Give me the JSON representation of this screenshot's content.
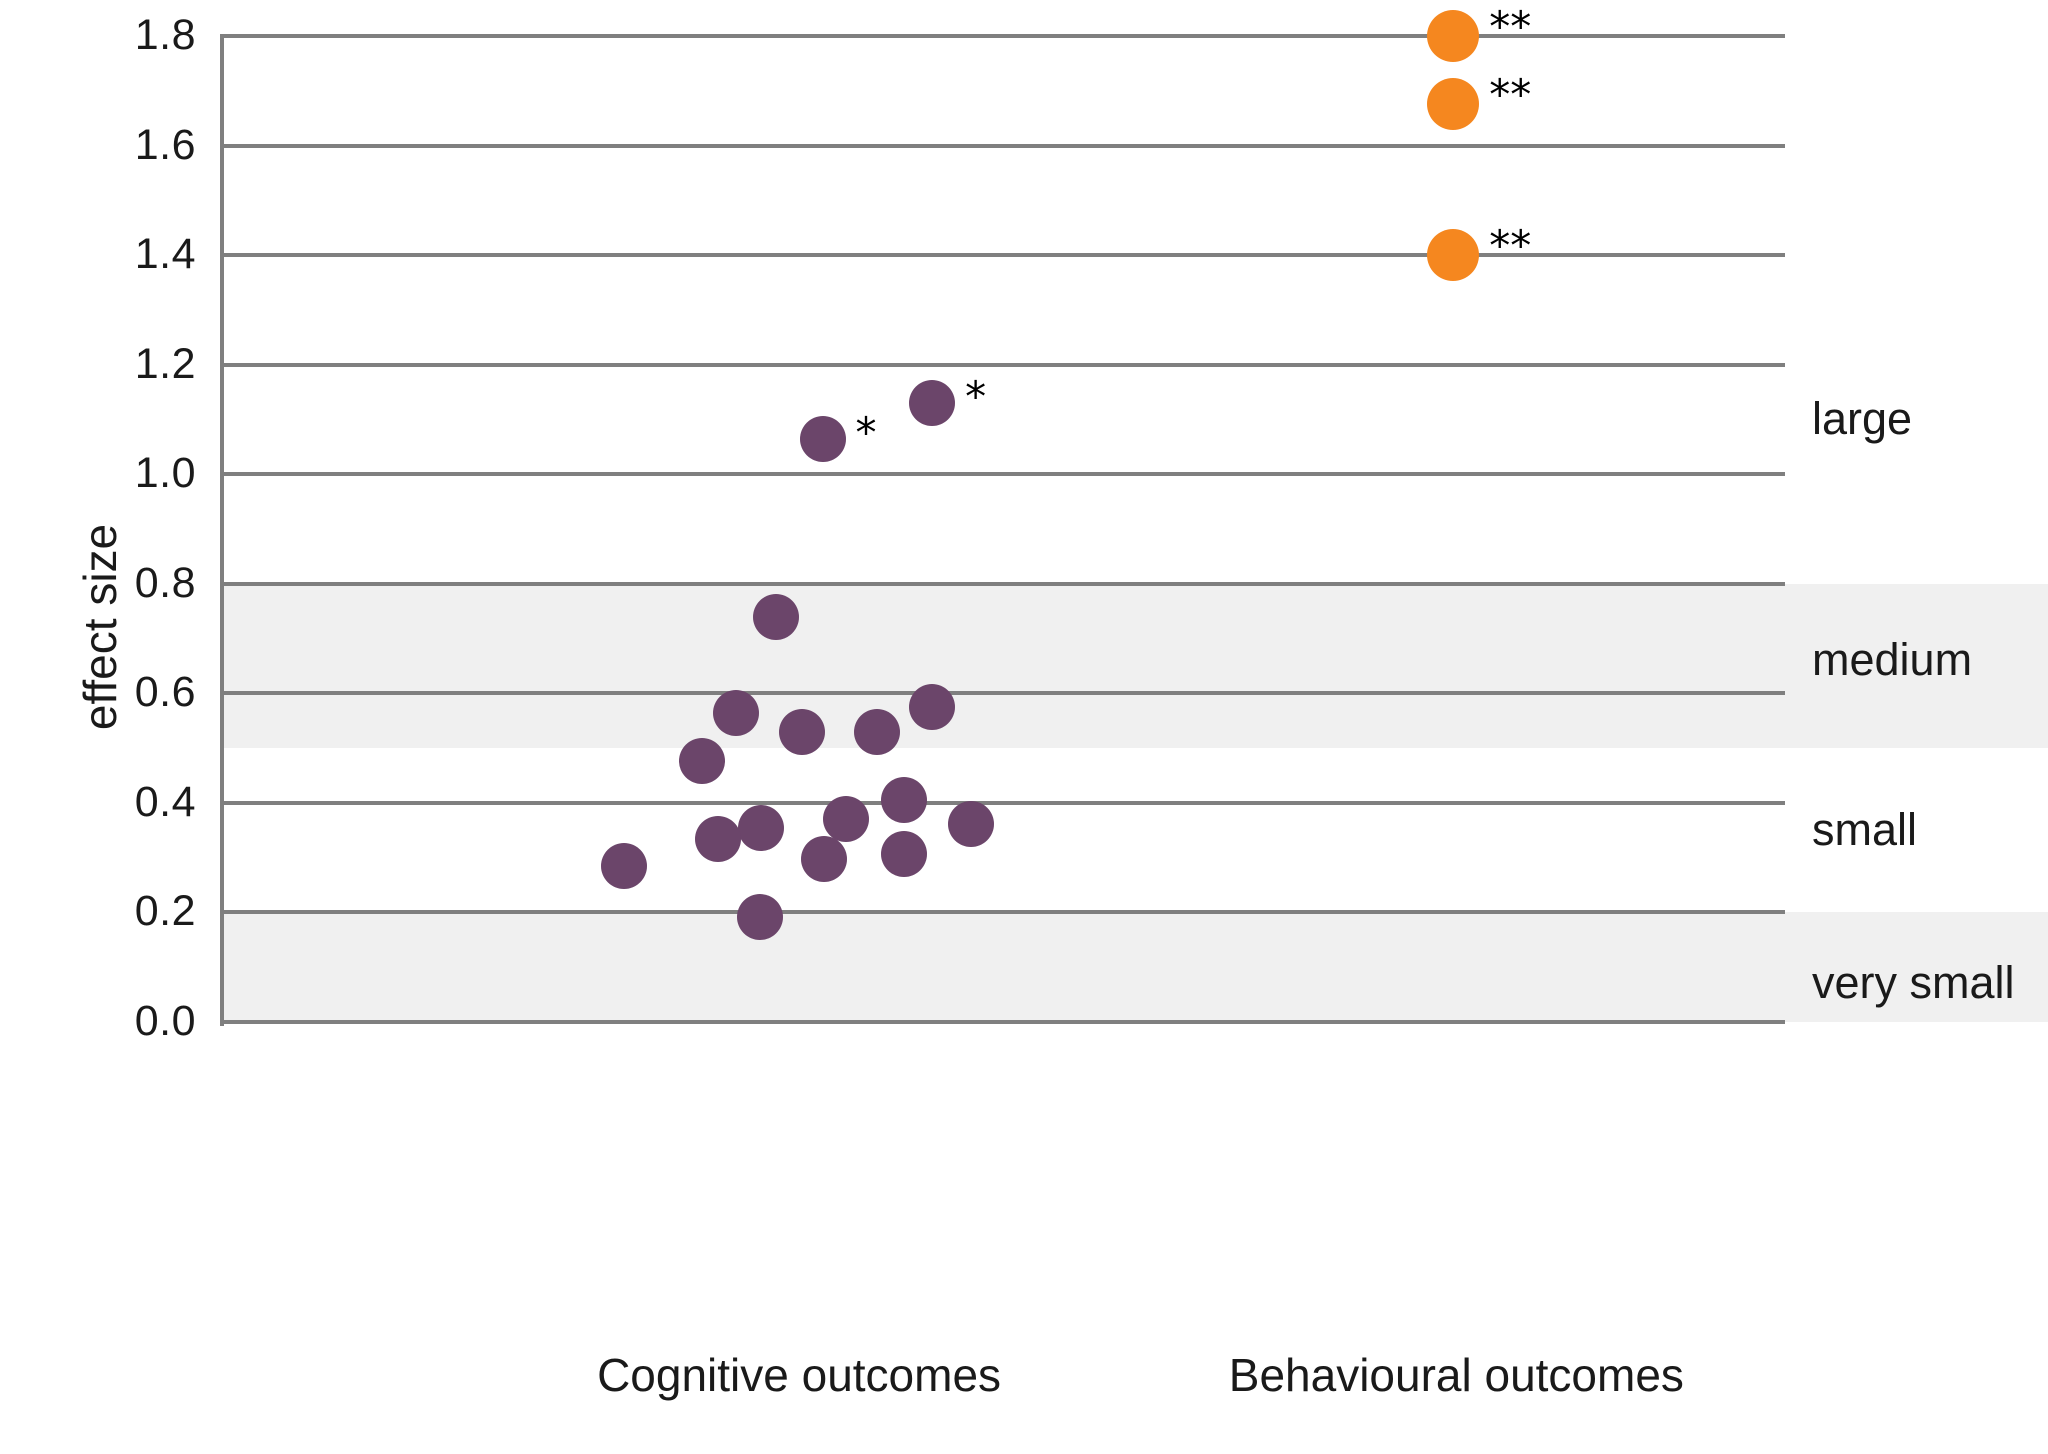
{
  "chart_data": {
    "type": "scatter",
    "title": "",
    "xlabel": "",
    "ylabel": "effect size",
    "ylim": [
      0.0,
      1.8
    ],
    "yticks": [
      "0.0",
      "0.2",
      "0.4",
      "0.6",
      "0.8",
      "1.0",
      "1.2",
      "1.4",
      "1.6",
      "1.8"
    ],
    "ytick_values": [
      0.0,
      0.2,
      0.4,
      0.6,
      0.8,
      1.0,
      1.2,
      1.4,
      1.6,
      1.8
    ],
    "grid": true,
    "legend_position": "none",
    "categories": [
      "Cognitive outcomes",
      "Behavioural outcomes"
    ],
    "series": [
      {
        "name": "Cognitive outcomes",
        "color": "#6B456A",
        "points": [
          {
            "x_frac": 0.455,
            "value": 1.13,
            "significance": "*"
          },
          {
            "x_frac": 0.385,
            "value": 1.065,
            "significance": "*"
          },
          {
            "x_frac": 0.355,
            "value": 0.74,
            "significance": ""
          },
          {
            "x_frac": 0.33,
            "value": 0.565,
            "significance": ""
          },
          {
            "x_frac": 0.372,
            "value": 0.53,
            "significance": ""
          },
          {
            "x_frac": 0.42,
            "value": 0.53,
            "significance": ""
          },
          {
            "x_frac": 0.455,
            "value": 0.575,
            "significance": ""
          },
          {
            "x_frac": 0.308,
            "value": 0.477,
            "significance": ""
          },
          {
            "x_frac": 0.437,
            "value": 0.406,
            "significance": ""
          },
          {
            "x_frac": 0.4,
            "value": 0.371,
            "significance": ""
          },
          {
            "x_frac": 0.346,
            "value": 0.354,
            "significance": ""
          },
          {
            "x_frac": 0.318,
            "value": 0.334,
            "significance": ""
          },
          {
            "x_frac": 0.48,
            "value": 0.361,
            "significance": ""
          },
          {
            "x_frac": 0.437,
            "value": 0.306,
            "significance": ""
          },
          {
            "x_frac": 0.386,
            "value": 0.297,
            "significance": ""
          },
          {
            "x_frac": 0.258,
            "value": 0.284,
            "significance": ""
          },
          {
            "x_frac": 0.345,
            "value": 0.192,
            "significance": ""
          }
        ]
      },
      {
        "name": "Behavioural outcomes",
        "color": "#F5871F",
        "points": [
          {
            "x_frac": 0.788,
            "value": 1.8,
            "significance": "**"
          },
          {
            "x_frac": 0.788,
            "value": 1.675,
            "significance": "**"
          },
          {
            "x_frac": 0.788,
            "value": 1.4,
            "significance": "**"
          }
        ]
      }
    ],
    "magnitude_bands": [
      {
        "label": "large",
        "from": 0.8,
        "to": 1.2,
        "shaded": false,
        "label_at": 1.105
      },
      {
        "label": "medium",
        "from": 0.5,
        "to": 0.8,
        "shaded": true,
        "label_at": 0.665
      },
      {
        "label": "small",
        "from": 0.2,
        "to": 0.5,
        "shaded": false,
        "label_at": 0.355
      },
      {
        "label": "very small",
        "from": 0.0,
        "to": 0.2,
        "shaded": true,
        "label_at": 0.075
      }
    ],
    "colors": {
      "cognitive": "#6B456A",
      "behavioural": "#F5871F",
      "gridline": "#7f7f7f",
      "band_shade": "#f0f0f0",
      "text": "#1a1a1a"
    }
  }
}
